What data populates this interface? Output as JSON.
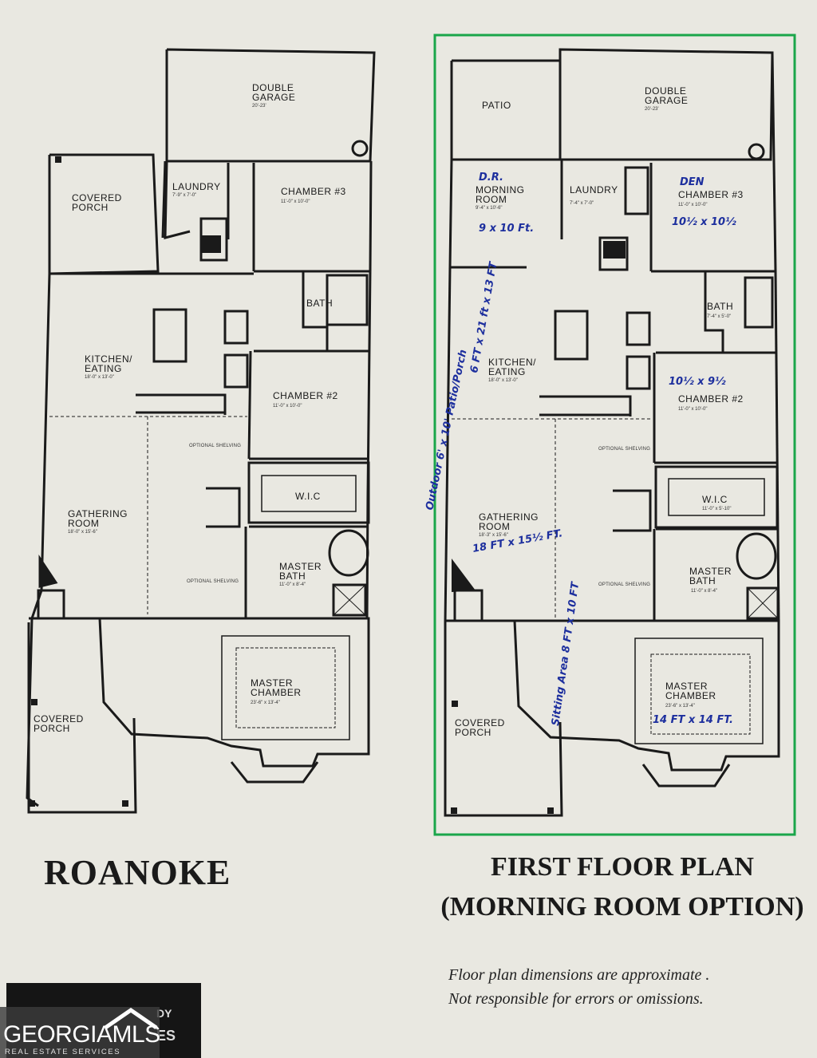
{
  "left_plan": {
    "rooms": [
      {
        "label": "DOUBLE",
        "label2": "GARAGE",
        "dims": "20'-23'"
      },
      {
        "label": "COVERED",
        "label2": "PORCH"
      },
      {
        "label": "LAUNDRY",
        "dims": "7'-9\" x 7'-0\""
      },
      {
        "label": "CHAMBER #3",
        "dims": "11'-0\" x 10'-0\""
      },
      {
        "label": "BATH"
      },
      {
        "label": "KITCHEN/",
        "label2": "EATING",
        "dims": "18'-0\" x 13'-0\""
      },
      {
        "label": "CHAMBER #2",
        "dims": "11'-0\" x 10'-0\""
      },
      {
        "label": "W.I.C"
      },
      {
        "label": "GATHERING",
        "label2": "ROOM",
        "dims": "18'-0\" x 15'-6\""
      },
      {
        "label": "MASTER",
        "label2": "BATH",
        "dims": "11'-0\" x 8'-4\""
      },
      {
        "label": "MASTER",
        "label2": "CHAMBER",
        "dims": "23'-6\" x 13'-4\""
      },
      {
        "label": "COVERED",
        "label2": "PORCH"
      }
    ],
    "notes": [
      "OPTIONAL SHELVING",
      "OPTIONAL SHELVING"
    ]
  },
  "right_plan": {
    "rooms": [
      {
        "label": "PATIO"
      },
      {
        "label": "DOUBLE",
        "label2": "GARAGE",
        "dims": "20'-23'"
      },
      {
        "label": "MORNING",
        "label2": "ROOM",
        "dims": "9'-4\" x 10'-6\""
      },
      {
        "label": "LAUNDRY",
        "dims": "7'-4\" x 7'-0\""
      },
      {
        "label": "CHAMBER #3",
        "dims": "11'-0\" x 10'-0\""
      },
      {
        "label": "BATH",
        "dims": "7'-4\" x 5'-0\""
      },
      {
        "label": "KITCHEN/",
        "label2": "EATING",
        "dims": "18'-0\" x 13'-0\""
      },
      {
        "label": "CHAMBER #2",
        "dims": "11'-0\" x 10'-0\""
      },
      {
        "label": "W.I.C",
        "dims": "11'-0\" x 5'-10\""
      },
      {
        "label": "GATHERING",
        "label2": "ROOM",
        "dims": "18'-3\" x 15'-6\""
      },
      {
        "label": "MASTER",
        "label2": "BATH",
        "dims": "11'-0\" x 8'-4\""
      },
      {
        "label": "MASTER",
        "label2": "CHAMBER",
        "dims": "23'-6\" x 13'-4\""
      },
      {
        "label": "COVERED",
        "label2": "PORCH"
      }
    ],
    "notes": [
      "OPTIONAL SHELVING",
      "OPTIONAL SHELVING"
    ],
    "handwritten": [
      "D.R.",
      "9 x 10 Ft.",
      "DEN",
      "10½ x 10½",
      "6 FT x 21 ft x 13 FT",
      "10½ x 9½",
      "18 FT x 15½ FT.",
      "Sitting Area 8 FT x 10 FT",
      "14 FT x 14 FT.",
      "Outdoor 6' x 10' Patio/Porch"
    ],
    "highlight_color": "#1aa64a"
  },
  "titles": {
    "plan_name": "ROANOKE",
    "line1": "FIRST FLOOR PLAN",
    "line2": "(MORNING ROOM OPTION)"
  },
  "disclaimer": {
    "line1": "Floor plan dimensions are approximate .",
    "line2": "Not responsible for errors or omissions."
  },
  "watermark": {
    "brand": "GEORGIAMLS",
    "tagline": "REAL ESTATE SERVICES",
    "builder_frag1": "DY",
    "builder_frag2": "ES"
  }
}
